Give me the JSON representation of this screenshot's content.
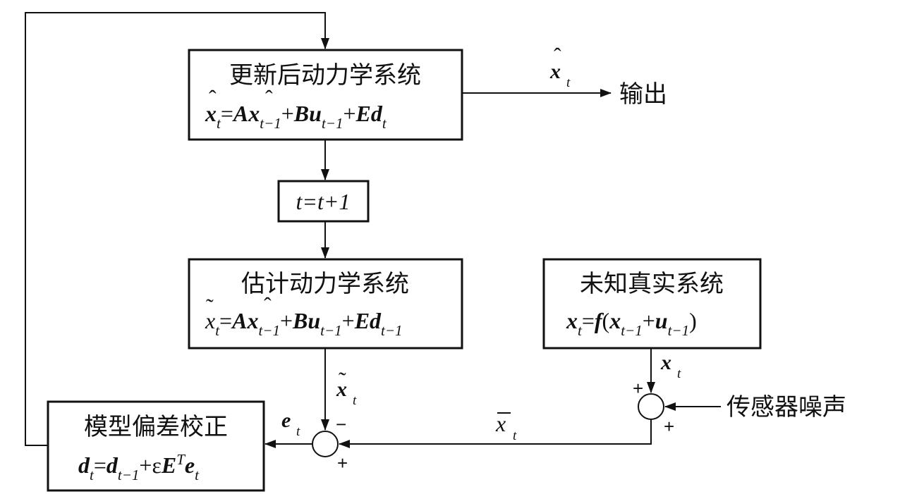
{
  "blocks": {
    "updated": {
      "title": "更新后动力学系统"
    },
    "time_step": {
      "equation": "t=t+1"
    },
    "estimated": {
      "title": "估计动力学系统"
    },
    "unknown": {
      "title": "未知真实系统"
    },
    "model_correction": {
      "title": "模型偏差校正"
    }
  },
  "external": {
    "output": "输出",
    "sensor_noise": "传感器噪声"
  },
  "signs": {
    "sum_right_top": "+",
    "sum_right_bottom": "+",
    "sum_left_top": "−",
    "sum_left_bottom": "+"
  }
}
